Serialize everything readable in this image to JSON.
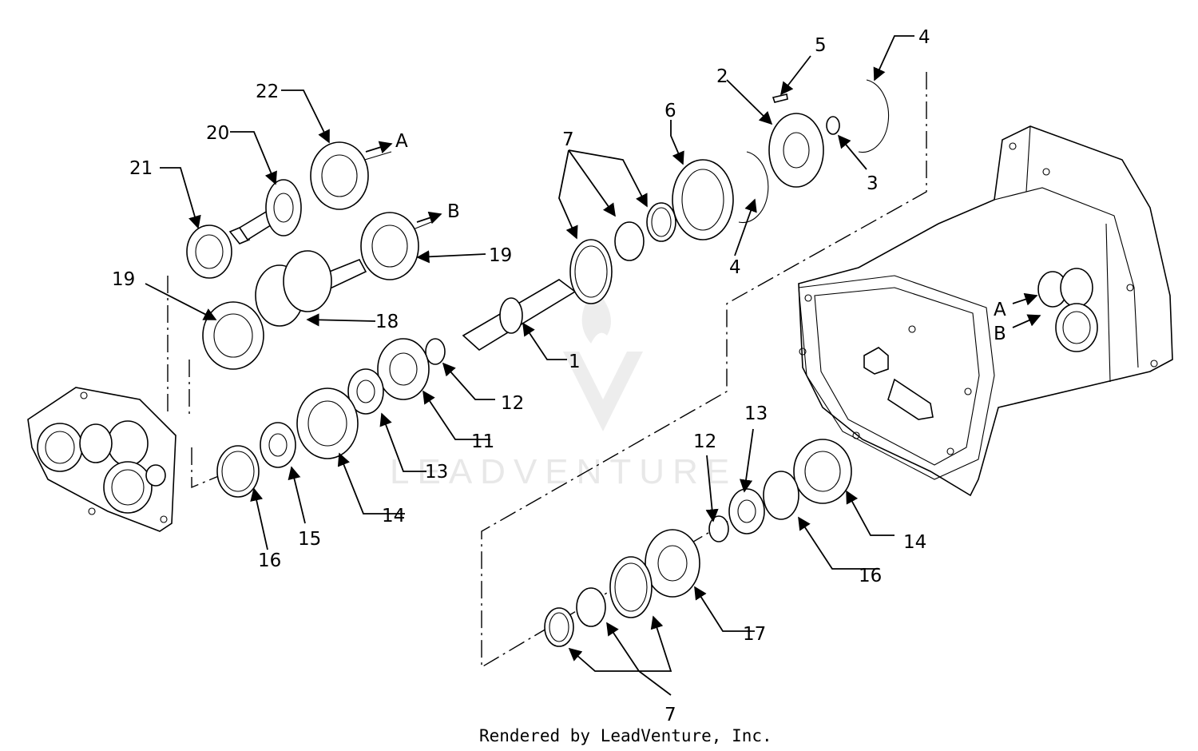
{
  "callouts": [
    {
      "id": "c1",
      "text": "1"
    },
    {
      "id": "c2",
      "text": "2"
    },
    {
      "id": "c3",
      "text": "3"
    },
    {
      "id": "c4a",
      "text": "4"
    },
    {
      "id": "c4b",
      "text": "4"
    },
    {
      "id": "c5",
      "text": "5"
    },
    {
      "id": "c6",
      "text": "6"
    },
    {
      "id": "c7a",
      "text": "7"
    },
    {
      "id": "c7b",
      "text": "7"
    },
    {
      "id": "c11",
      "text": "11"
    },
    {
      "id": "c12a",
      "text": "12"
    },
    {
      "id": "c12b",
      "text": "12"
    },
    {
      "id": "c13a",
      "text": "13"
    },
    {
      "id": "c13b",
      "text": "13"
    },
    {
      "id": "c14a",
      "text": "14"
    },
    {
      "id": "c14b",
      "text": "14"
    },
    {
      "id": "c15",
      "text": "15"
    },
    {
      "id": "c16a",
      "text": "16"
    },
    {
      "id": "c16b",
      "text": "16"
    },
    {
      "id": "c17",
      "text": "17"
    },
    {
      "id": "c18",
      "text": "18"
    },
    {
      "id": "c19a",
      "text": "19"
    },
    {
      "id": "c19b",
      "text": "19"
    },
    {
      "id": "c20",
      "text": "20"
    },
    {
      "id": "c21",
      "text": "21"
    },
    {
      "id": "c22",
      "text": "22"
    }
  ],
  "refs": {
    "a1": "A",
    "b1": "B",
    "a2": "A",
    "b2": "B"
  },
  "footer": {
    "text": "Rendered by LeadVenture, Inc."
  },
  "watermark": {
    "text": "LEADVENTURE"
  }
}
